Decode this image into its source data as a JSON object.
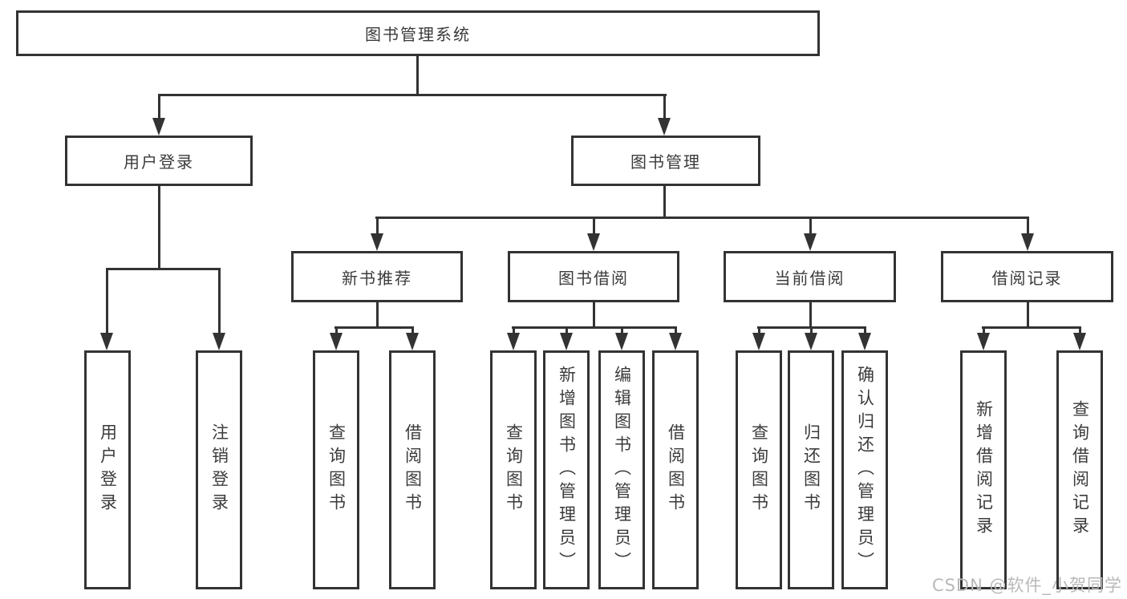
{
  "diagram_type": "hierarchy-tree",
  "tree": {
    "label": "图书管理系统",
    "children": [
      {
        "label": "用户登录",
        "children": [
          {
            "label": "用户登录"
          },
          {
            "label": "注销登录"
          }
        ]
      },
      {
        "label": "图书管理",
        "children": [
          {
            "label": "新书推荐",
            "children": [
              {
                "label": "查询图书"
              },
              {
                "label": "借阅图书"
              }
            ]
          },
          {
            "label": "图书借阅",
            "children": [
              {
                "label": "查询图书"
              },
              {
                "label": "新增图书（管理员）"
              },
              {
                "label": "编辑图书（管理员）"
              },
              {
                "label": "借阅图书"
              }
            ]
          },
          {
            "label": "当前借阅",
            "children": [
              {
                "label": "查询图书"
              },
              {
                "label": "归还图书"
              },
              {
                "label": "确认归还（管理员）"
              }
            ]
          },
          {
            "label": "借阅记录",
            "children": [
              {
                "label": "新增借阅记录"
              },
              {
                "label": "查询借阅记录"
              }
            ]
          }
        ]
      }
    ]
  },
  "watermark": {
    "text": "CSDN @软件_小贺同学"
  },
  "colors": {
    "line": "#333333",
    "text": "#3b3b3b",
    "watermark": "#b9b9b9",
    "background": "#ffffff"
  }
}
